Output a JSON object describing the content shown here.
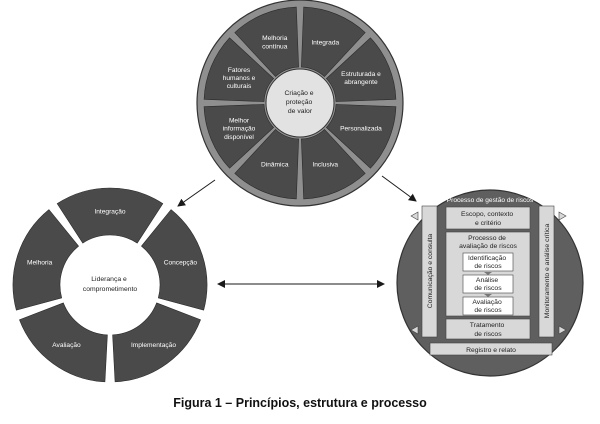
{
  "principles": {
    "center": [
      "Criação e",
      "proteção",
      "de valor"
    ],
    "segments": [
      [
        "Integrada"
      ],
      [
        "Estruturada e",
        "abrangente"
      ],
      [
        "Personalizada"
      ],
      [
        "Inclusiva"
      ],
      [
        "Dinâmica"
      ],
      [
        "Melhor",
        "informação",
        "disponível"
      ],
      [
        "Fatores",
        "humanos e",
        "culturais"
      ],
      [
        "Melhoria",
        "contínua"
      ]
    ]
  },
  "framework": {
    "center": [
      "Liderança e",
      "comprometimento"
    ],
    "segments": [
      "Integração",
      "Concepção",
      "Implementação",
      "Avaliação",
      "Melhoria"
    ]
  },
  "process": {
    "title": "Processo de gestão de riscos",
    "left_bar": "Comunicação e consulta",
    "right_bar": "Monitoramento e análise crítica",
    "scope": [
      "Escopo, contexto",
      "e critério"
    ],
    "assessment_title": [
      "Processo de",
      "avaliação de riscos"
    ],
    "steps": [
      [
        "Identificação",
        "de riscos"
      ],
      [
        "Análise",
        "de riscos"
      ],
      [
        "Avaliação",
        "de riscos"
      ]
    ],
    "treatment": [
      "Tratamento",
      "de riscos"
    ],
    "footer": "Registro e relato"
  },
  "caption": "Figura 1 – Princípios, estrutura e processo",
  "colors": {
    "outer_ring": "#8f8f8f",
    "segment": "#4a4a4a",
    "segment_stroke": "#2a2a2a",
    "panel": "#d8d8d8",
    "arrow": "#1a1a1a"
  }
}
